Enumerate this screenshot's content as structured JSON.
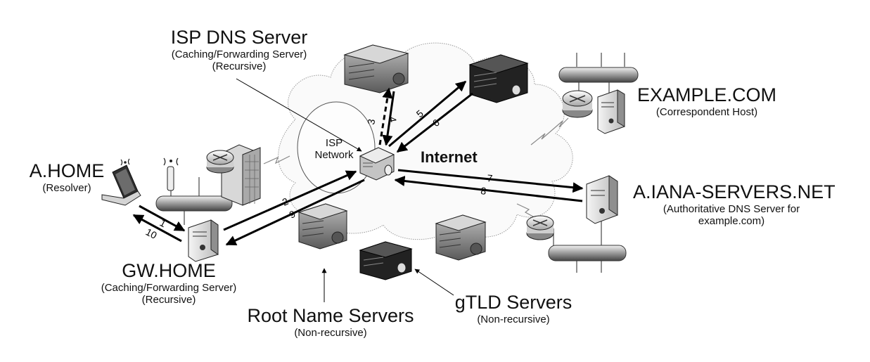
{
  "isp_dns": {
    "title": "ISP DNS Server",
    "line1": "(Caching/Forwarding Server)",
    "line2": "(Recursive)"
  },
  "isp_network": {
    "line1": "ISP",
    "line2": "Network"
  },
  "internet": {
    "label": "Internet"
  },
  "example_com": {
    "title": "EXAMPLE.COM",
    "subtitle": "(Correspondent Host)"
  },
  "a_home": {
    "title": "A.HOME",
    "subtitle": "(Resolver)"
  },
  "gw_home": {
    "title": "GW.HOME",
    "line1": "(Caching/Forwarding Server)",
    "line2": "(Recursive)"
  },
  "iana": {
    "title": "A.IANA-SERVERS.NET",
    "line1": "(Authoritative DNS Server for",
    "line2": "example.com)"
  },
  "root": {
    "title": "Root Name Servers",
    "subtitle": "(Non-recursive)"
  },
  "gtld": {
    "title": "gTLD Servers",
    "subtitle": "(Non-recursive)"
  },
  "steps": [
    "1",
    "2",
    "3",
    "4",
    "5",
    "6",
    "7",
    "8",
    "9",
    "10"
  ]
}
